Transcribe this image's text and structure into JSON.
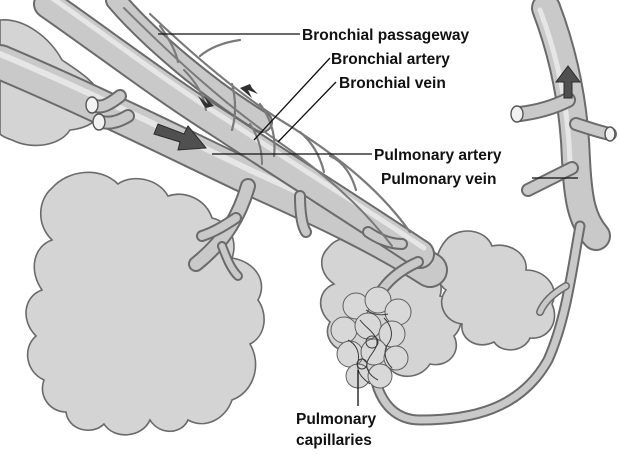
{
  "figure": {
    "labels": {
      "bronchial_passageway": "Bronchial passageway",
      "bronchial_artery": "Bronchial artery",
      "bronchial_vein": "Bronchial vein",
      "pulmonary_artery": "Pulmonary artery",
      "pulmonary_vein": "Pulmonary vein",
      "pulmonary_capillaries_line1": "Pulmonary",
      "pulmonary_capillaries_line2": "capillaries"
    }
  }
}
